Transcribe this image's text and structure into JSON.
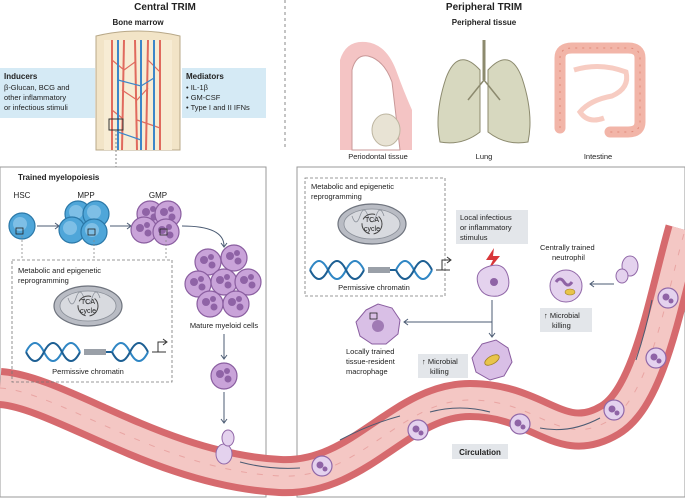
{
  "central": {
    "title": "Central TRIM",
    "bone_marrow": "Bone marrow",
    "inducers": {
      "heading": "Inducers",
      "lines": [
        "β-Glucan, BCG and",
        "other inflammatory",
        "or infectious stimuli"
      ]
    },
    "mediators": {
      "heading": "Mediators",
      "items": [
        "• IL-1β",
        "• GM-CSF",
        "• Type I and II IFNs"
      ]
    },
    "trained_myelopoiesis": "Trained myelopoiesis",
    "cells": {
      "hsc": "HSC",
      "mpp": "MPP",
      "gmp": "GMP",
      "mature": "Mature myeloid cells"
    },
    "reprogramming": [
      "Metabolic and epigenetic",
      "reprogramming"
    ],
    "tca": [
      "TCA",
      "cycle"
    ],
    "chromatin": "Permissive chromatin"
  },
  "peripheral": {
    "title": "Peripheral TRIM",
    "tissue": "Peripheral tissue",
    "organs": {
      "periodontal": "Periodontal tissue",
      "lung": "Lung",
      "intestine": "Intestine"
    },
    "reprogramming": [
      "Metabolic and epigenetic",
      "reprogramming"
    ],
    "tca": [
      "TCA",
      "cycle"
    ],
    "chromatin": "Permissive chromatin",
    "stimulus": [
      "Local infectious",
      "or inflammatory",
      "stimulus"
    ],
    "neutrophil": [
      "Centrally trained",
      "neutrophil"
    ],
    "killing_right": [
      "↑ Microbial",
      "killing"
    ],
    "macrophage": [
      "Locally trained",
      "tissue-resident",
      "macrophage"
    ],
    "killing_left": [
      "↑ Microbial",
      "killing"
    ]
  },
  "circulation": "Circulation",
  "colors": {
    "box_blue": "#d5eaf5",
    "hsc_blue": "#4fa6d9",
    "myeloid_purple": "#b88fcb",
    "vessel_red": "#d66a6e",
    "vessel_pink": "#f4c7c4",
    "label_grey": "#e3e6ea"
  },
  "icons": [
    "bone-marrow-icon",
    "mitochondrion-icon",
    "dna-chromatin-icon",
    "lightning-icon",
    "lung-icon",
    "intestine-icon",
    "tooth-icon"
  ]
}
